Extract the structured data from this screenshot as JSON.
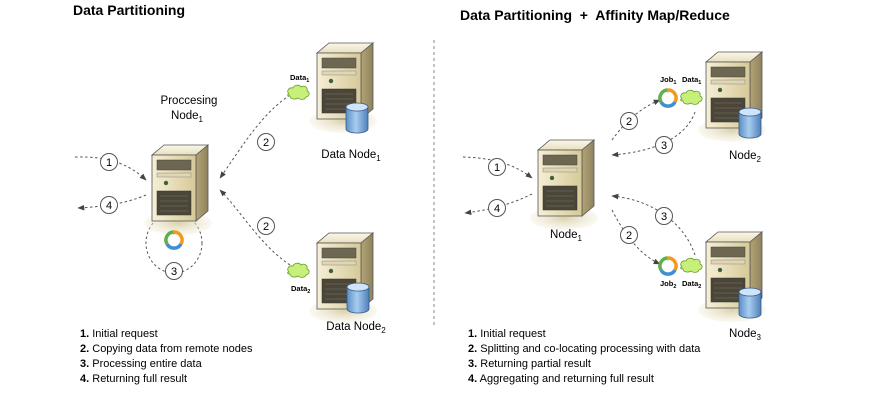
{
  "left": {
    "title": "Data Partitioning",
    "processing_node": {
      "line1": "Proccesing",
      "base": "Node",
      "sub": "1"
    },
    "data_node_1": {
      "base": "Data Node",
      "sub": "1"
    },
    "data_node_2": {
      "base": "Data Node",
      "sub": "2"
    },
    "data_1": {
      "base": "Data",
      "sub": "1"
    },
    "data_2": {
      "base": "Data",
      "sub": "2"
    },
    "steps": [
      "1",
      "2",
      "2",
      "3",
      "4"
    ],
    "legend": [
      {
        "num": "1.",
        "text": "Initial request"
      },
      {
        "num": "2.",
        "text": "Copying data from remote nodes"
      },
      {
        "num": "3.",
        "text": "Processing entire data"
      },
      {
        "num": "4.",
        "text": "Returning full result"
      }
    ]
  },
  "right": {
    "title": "Data Partitioning  +  Affinity Map/Reduce",
    "node_1": {
      "base": "Node",
      "sub": "1"
    },
    "node_2": {
      "base": "Node",
      "sub": "2"
    },
    "node_3": {
      "base": "Node",
      "sub": "3"
    },
    "job_1": {
      "base": "Job",
      "sub": "1"
    },
    "data_1": {
      "base": "Data",
      "sub": "1"
    },
    "job_2": {
      "base": "Job",
      "sub": "2"
    },
    "data_2": {
      "base": "Data",
      "sub": "2"
    },
    "steps": [
      "1",
      "4",
      "2",
      "3",
      "3",
      "2"
    ],
    "legend": [
      {
        "num": "1.",
        "text": "Initial request"
      },
      {
        "num": "2.",
        "text": "Splitting and co-locating processing with data"
      },
      {
        "num": "3.",
        "text": "Returning partial result"
      },
      {
        "num": "4.",
        "text": "Aggregating and returning full result"
      }
    ]
  },
  "colors": {
    "server_light": "#ece3c4",
    "server_dark": "#b8a97a",
    "disk": "#8db7e0",
    "cloud": "#c8f07a",
    "arrow": "#555555"
  }
}
